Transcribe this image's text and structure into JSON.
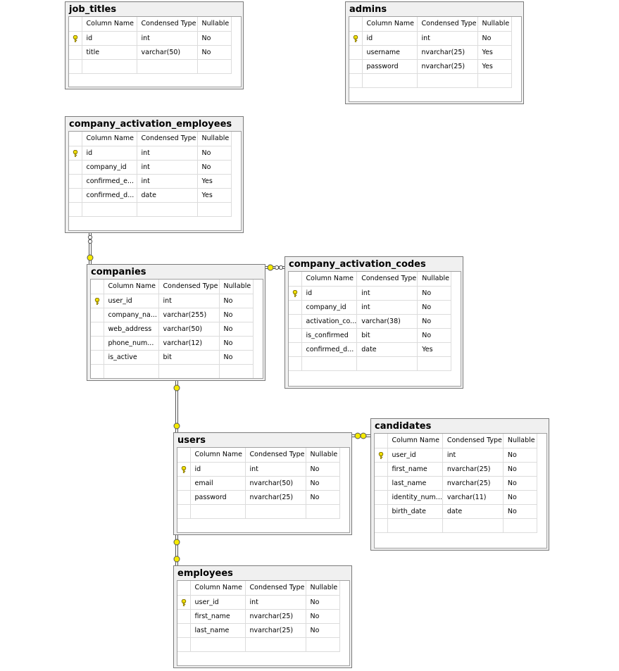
{
  "columns_header": [
    "Column Name",
    "Condensed Type",
    "Nullable"
  ],
  "tables": [
    {
      "name": "job_titles",
      "rows": [
        {
          "pk": true,
          "name": "id",
          "type": "int",
          "nullable": "No"
        },
        {
          "pk": false,
          "name": "title",
          "type": "varchar(50)",
          "nullable": "No"
        }
      ]
    },
    {
      "name": "admins",
      "rows": [
        {
          "pk": true,
          "name": "id",
          "type": "int",
          "nullable": "No"
        },
        {
          "pk": false,
          "name": "username",
          "type": "nvarchar(25)",
          "nullable": "Yes"
        },
        {
          "pk": false,
          "name": "password",
          "type": "nvarchar(25)",
          "nullable": "Yes"
        }
      ]
    },
    {
      "name": "company_activation_employees",
      "rows": [
        {
          "pk": true,
          "name": "id",
          "type": "int",
          "nullable": "No"
        },
        {
          "pk": false,
          "name": "company_id",
          "type": "int",
          "nullable": "No"
        },
        {
          "pk": false,
          "name": "confirmed_e...",
          "type": "int",
          "nullable": "Yes"
        },
        {
          "pk": false,
          "name": "confirmed_d...",
          "type": "date",
          "nullable": "Yes"
        }
      ]
    },
    {
      "name": "companies",
      "rows": [
        {
          "pk": true,
          "name": "user_id",
          "type": "int",
          "nullable": "No"
        },
        {
          "pk": false,
          "name": "company_na...",
          "type": "varchar(255)",
          "nullable": "No"
        },
        {
          "pk": false,
          "name": "web_address",
          "type": "varchar(50)",
          "nullable": "No"
        },
        {
          "pk": false,
          "name": "phone_num...",
          "type": "varchar(12)",
          "nullable": "No"
        },
        {
          "pk": false,
          "name": "is_active",
          "type": "bit",
          "nullable": "No"
        }
      ]
    },
    {
      "name": "company_activation_codes",
      "rows": [
        {
          "pk": true,
          "name": "id",
          "type": "int",
          "nullable": "No"
        },
        {
          "pk": false,
          "name": "company_id",
          "type": "int",
          "nullable": "No"
        },
        {
          "pk": false,
          "name": "activation_co...",
          "type": "varchar(38)",
          "nullable": "No"
        },
        {
          "pk": false,
          "name": "is_confirmed",
          "type": "bit",
          "nullable": "No"
        },
        {
          "pk": false,
          "name": "confirmed_d...",
          "type": "date",
          "nullable": "Yes"
        }
      ]
    },
    {
      "name": "users",
      "rows": [
        {
          "pk": true,
          "name": "id",
          "type": "int",
          "nullable": "No"
        },
        {
          "pk": false,
          "name": "email",
          "type": "nvarchar(50)",
          "nullable": "No"
        },
        {
          "pk": false,
          "name": "password",
          "type": "nvarchar(25)",
          "nullable": "No"
        }
      ]
    },
    {
      "name": "candidates",
      "rows": [
        {
          "pk": true,
          "name": "user_id",
          "type": "int",
          "nullable": "No"
        },
        {
          "pk": false,
          "name": "first_name",
          "type": "nvarchar(25)",
          "nullable": "No"
        },
        {
          "pk": false,
          "name": "last_name",
          "type": "nvarchar(25)",
          "nullable": "No"
        },
        {
          "pk": false,
          "name": "identity_num...",
          "type": "varchar(11)",
          "nullable": "No"
        },
        {
          "pk": false,
          "name": "birth_date",
          "type": "date",
          "nullable": "No"
        }
      ]
    },
    {
      "name": "employees",
      "rows": [
        {
          "pk": true,
          "name": "user_id",
          "type": "int",
          "nullable": "No"
        },
        {
          "pk": false,
          "name": "first_name",
          "type": "nvarchar(25)",
          "nullable": "No"
        },
        {
          "pk": false,
          "name": "last_name",
          "type": "nvarchar(25)",
          "nullable": "No"
        }
      ]
    }
  ],
  "icons": {
    "primary_key": "key-icon"
  },
  "colors": {
    "key_fill": "#f0e000",
    "key_stroke": "#6b5a00",
    "table_bg": "#f0f0f0",
    "border": "#7a7a7a",
    "connector": "#555555",
    "connector_end": "#f5ea00"
  }
}
